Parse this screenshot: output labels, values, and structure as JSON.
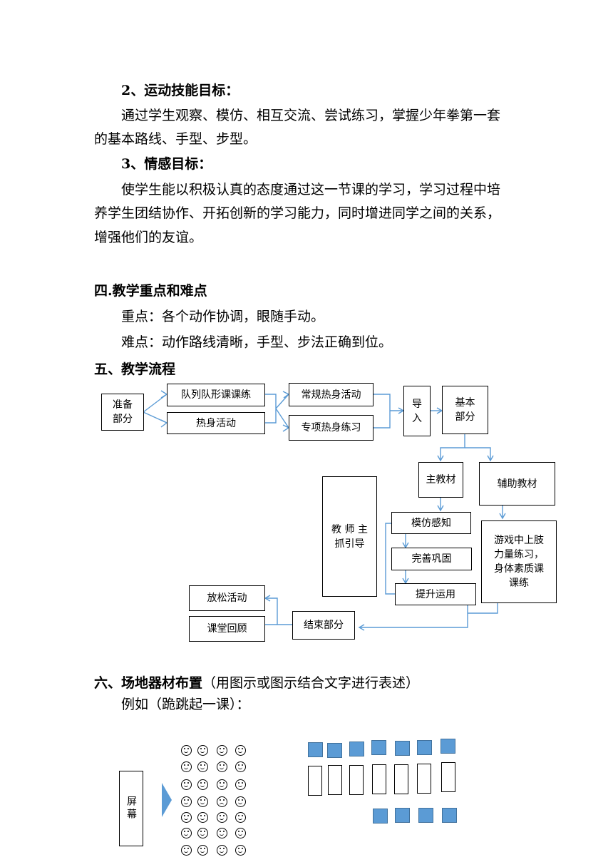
{
  "sections": {
    "motor_goal_heading": "2、运动技能目标：",
    "motor_goal_l1": "通过学生观察、模仿、相互交流、尝试练习，掌握少年拳第一套",
    "motor_goal_l2": "的基本路线、手型、步型。",
    "affective_goal_heading": "3、情感目标：",
    "affective_goal_l1": "使学生能以积极认真的态度通过这一节课的学习，学习过程中培",
    "affective_goal_l2": "养学生团结协作、开拓创新的学习能力，同时增进同学之间的关系，",
    "affective_goal_l3": "增强他们的友谊。",
    "key_points_heading": "四.教学重点和难点",
    "key_point": "重点：各个动作协调，眼随手动。",
    "difficulty": "难点：动作路线清晰，手型、步法正确到位。",
    "flow_heading": "五、教学流程",
    "venue_heading": "六、场地器材布置",
    "venue_note": "（用图示或图示结合文字进行表述）",
    "venue_example": "例如（跪跳起一课）："
  },
  "flow": {
    "prep": "准备\n部分",
    "queue": "队列队形课课练",
    "warmup": "热身活动",
    "routine_warmup": "常规热身活动",
    "special_warmup": "专项热身练习",
    "intro": "导\n入",
    "basic": "基本\n部分",
    "main_material": "主教材",
    "aux_material": "辅助教材",
    "teacher": "教 师 主\n抓引导",
    "imitate": "模仿感知",
    "perfect": "完善巩固",
    "apply": "提升运用",
    "aux_game": "游戏中上肢\n力量练习，\n身体素质课\n课练",
    "relax": "放松活动",
    "review": "课堂回顾",
    "end": "结束部分",
    "line_color": "#5b9bd5"
  },
  "venue": {
    "screen_label": "屏幕",
    "square_color": "#5b9bd5"
  }
}
